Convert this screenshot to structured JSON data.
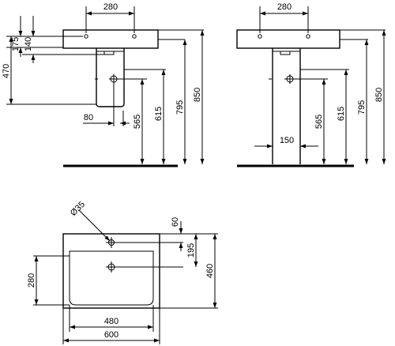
{
  "front_view": {
    "dim_tap_holes": "280",
    "dim_top": "175",
    "dim_overflow": "140",
    "dim_drain_height": "470",
    "dim_waste_width": "80",
    "dim_565": "565",
    "dim_615": "615",
    "dim_795": "795",
    "dim_850": "850"
  },
  "side_view": {
    "dim_tap_holes": "280",
    "dim_pedestal_width": "150",
    "dim_565": "565",
    "dim_615": "615",
    "dim_795": "795",
    "dim_850": "850"
  },
  "plan_view": {
    "dim_tap_hole_diameter": "Ø35",
    "dim_tap_offset": "60",
    "dim_drain_offset": "195",
    "dim_depth": "460",
    "dim_bowl_depth": "280",
    "dim_bowl_width": "480",
    "dim_overall_width": "600"
  }
}
